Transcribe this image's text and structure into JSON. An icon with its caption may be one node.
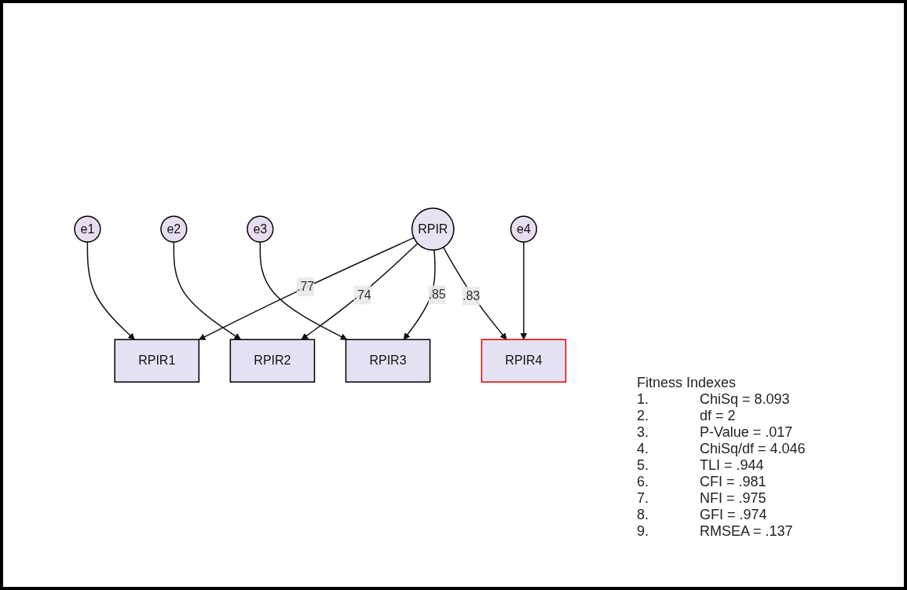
{
  "diagram": {
    "nodes": [
      {
        "text": [
          "e1"
        ]
      },
      {
        "text": [
          "e2"
        ]
      },
      {
        "text": [
          "e3"
        ]
      },
      {
        "text": [
          "e4"
        ]
      },
      {
        "text": [
          "RPIR1"
        ]
      },
      {
        "text": [
          "RPIR2"
        ]
      },
      {
        "text": [
          "RPIR3"
        ]
      },
      {
        "text": [
          "RPIR4"
        ]
      },
      {
        "text": [
          "RPIR"
        ]
      }
    ],
    "edges": [
      {
        "from": 0,
        "to": 4,
        "arrow": "to"
      },
      {
        "from": 1,
        "to": 5,
        "arrow": "to"
      },
      {
        "from": 2,
        "to": 6,
        "arrow": "to"
      },
      {
        "from": 3,
        "to": 7,
        "arrow": "to"
      },
      {
        "from": 8,
        "to": 4,
        "arrow": "to",
        "label": ".77"
      },
      {
        "from": 8,
        "to": 5,
        "arrow": "to",
        "label": ".74"
      },
      {
        "from": 8,
        "to": 6,
        "arrow": "to",
        "label": ".85"
      },
      {
        "from": 8,
        "to": 7,
        "arrow": "to",
        "label": ".83"
      }
    ],
    "labels": [
      "Fitness Indexes",
      "1.",
      "ChiSq = 8.093",
      "2.",
      "df = 2",
      "3.",
      "P-Value = .017",
      "4.",
      "ChiSq/df = 4.046",
      "5.",
      "TLI = .944",
      "6.",
      "CFI = .981",
      "7.",
      "NFI = .975",
      "8.",
      "GFI = .974",
      "9.",
      "RMSEA = .137"
    ]
  }
}
